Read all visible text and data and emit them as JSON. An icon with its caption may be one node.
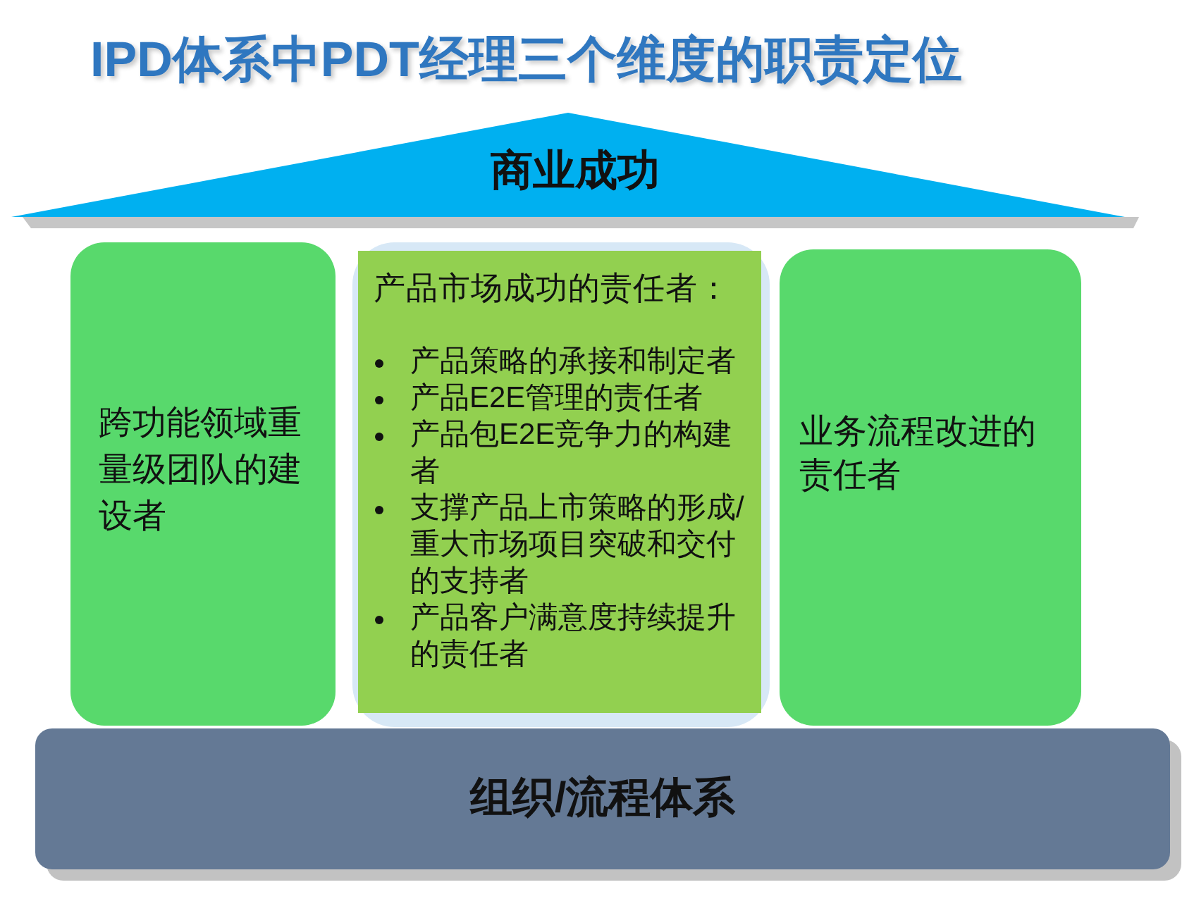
{
  "diagram": {
    "title": "IPD体系中PDT经理三个维度的职责定位",
    "nodes": [
      {
        "text": [
          "商业成功"
        ]
      },
      {
        "text": [
          "跨功能领域重量级团队的建设者"
        ]
      },
      {
        "text": [],
        "shape": "box"
      },
      {
        "text": [
          "产品市场成功的责任者：",
          "产品策略的承接和制定者",
          "产品E2E管理的责任者",
          "产品包E2E竞争力的构建者",
          "支撑产品上市策略的形成/重大市场项目突破和交付的支持者",
          "产品客户满意度持续提升的责任者"
        ],
        "in": 2
      },
      {
        "text": [
          "业务流程改进的责任者"
        ]
      },
      {
        "text": [
          "组织/流程体系"
        ]
      }
    ]
  }
}
